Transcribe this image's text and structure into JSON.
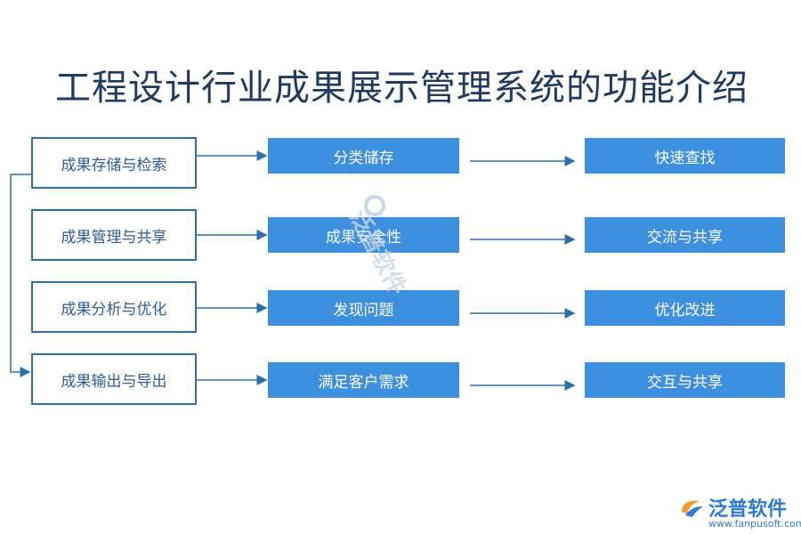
{
  "title": "工程设计行业成果展示管理系统的功能介绍",
  "rows": [
    {
      "left": "成果存储与检索",
      "middle": "分类储存",
      "right": "快速查找"
    },
    {
      "left": "成果管理与共享",
      "middle": "成果安全性",
      "right": "交流与共享"
    },
    {
      "left": "成果分析与优化",
      "middle": "发现问题",
      "right": "优化改进"
    },
    {
      "left": "成果输出与导出",
      "middle": "满足客户需求",
      "right": "交互与共享"
    }
  ],
  "colors": {
    "line": "#2f6fa8",
    "box_fill": "#3d8fe0",
    "title": "#1f3a5f"
  },
  "watermark": {
    "text": "泛普软件"
  },
  "brand": {
    "name": "泛普软件",
    "url": "www.fanpusoft.com"
  }
}
